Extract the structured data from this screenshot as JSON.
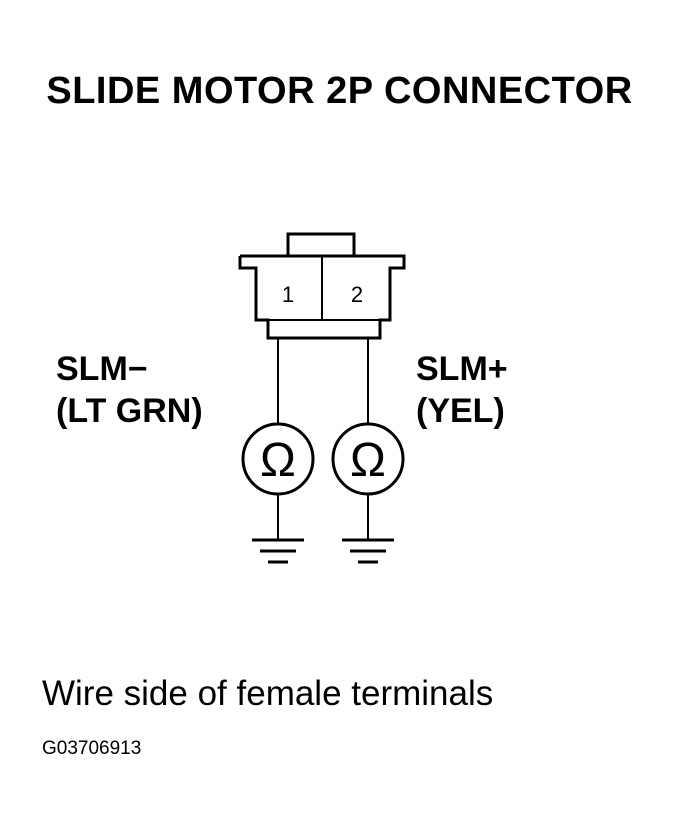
{
  "title": "SLIDE MOTOR 2P CONNECTOR",
  "connector": {
    "terminals": [
      {
        "number": "1",
        "wire_label": "SLM−",
        "wire_color": "(LT GRN)"
      },
      {
        "number": "2",
        "wire_label": "SLM+",
        "wire_color": "(YEL)"
      }
    ],
    "meter_symbol": "Ω"
  },
  "caption": "Wire side of female terminals",
  "figure_id": "G03706913"
}
